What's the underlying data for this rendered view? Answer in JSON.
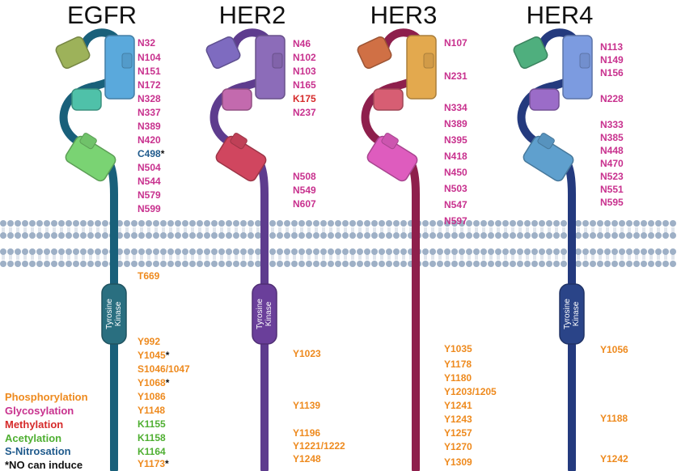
{
  "colors": {
    "phosphorylation": "#EE8A1E",
    "glycosylation": "#C8318E",
    "methylation": "#D62A2A",
    "acetylation": "#4FAF32",
    "snitrosation": "#1F5A8C",
    "note": "#111111",
    "membrane": "#9EB0C6"
  },
  "receptors": [
    {
      "name": "EGFR",
      "stem_color": "#19607A",
      "kinase_color": "#2A6F80",
      "kinase_label": [
        "Tyrosine",
        "Kinase"
      ],
      "domains": [
        "#9DB25A",
        "#5AA9DC",
        "#4FC1A9",
        "#7AD373"
      ],
      "extracellular": [
        {
          "label": "N32",
          "type": "glycosylation"
        },
        {
          "label": "N104",
          "type": "glycosylation"
        },
        {
          "label": "N151",
          "type": "glycosylation"
        },
        {
          "label": "N172",
          "type": "glycosylation"
        },
        {
          "label": "N328",
          "type": "glycosylation"
        },
        {
          "label": "N337",
          "type": "glycosylation"
        },
        {
          "label": "N389",
          "type": "glycosylation"
        },
        {
          "label": "N420",
          "type": "glycosylation"
        },
        {
          "label": "C498",
          "type": "snitrosation",
          "star": "*"
        },
        {
          "label": "N504",
          "type": "glycosylation"
        },
        {
          "label": "N544",
          "type": "glycosylation"
        },
        {
          "label": "N579",
          "type": "glycosylation"
        },
        {
          "label": "N599",
          "type": "glycosylation"
        }
      ],
      "juxta": [
        {
          "label": "T669",
          "type": "phosphorylation"
        }
      ],
      "intracellular": [
        {
          "label": "Y992",
          "type": "phosphorylation"
        },
        {
          "label": "Y1045",
          "type": "phosphorylation",
          "star": "*"
        },
        {
          "label": "S1046/1047",
          "type": "phosphorylation"
        },
        {
          "label": "Y1068",
          "type": "phosphorylation",
          "star": "*"
        },
        {
          "label": "Y1086",
          "type": "phosphorylation"
        },
        {
          "label": "Y1148",
          "type": "phosphorylation"
        },
        {
          "label": "K1155",
          "type": "acetylation"
        },
        {
          "label": "K1158",
          "type": "acetylation"
        },
        {
          "label": "K1164",
          "type": "acetylation"
        },
        {
          "label": "Y1173",
          "type": "phosphorylation",
          "star": "*"
        }
      ]
    },
    {
      "name": "HER2",
      "stem_color": "#5E3C8E",
      "kinase_color": "#6A3F9A",
      "kinase_label": [
        "Tyrosine",
        "Kinase"
      ],
      "domains": [
        "#7E6BC0",
        "#8C6CB9",
        "#C36AAE",
        "#D0465F"
      ],
      "extracellular": [
        {
          "label": "N46",
          "type": "glycosylation"
        },
        {
          "label": "N102",
          "type": "glycosylation"
        },
        {
          "label": "N103",
          "type": "glycosylation"
        },
        {
          "label": "N165",
          "type": "glycosylation"
        },
        {
          "label": "K175",
          "type": "methylation"
        },
        {
          "label": "N237",
          "type": "glycosylation"
        },
        {
          "label": "N508",
          "type": "glycosylation"
        },
        {
          "label": "N549",
          "type": "glycosylation"
        },
        {
          "label": "N607",
          "type": "glycosylation"
        }
      ],
      "juxta": [],
      "intracellular": [
        {
          "label": "Y1023",
          "type": "phosphorylation"
        },
        {
          "label": "Y1139",
          "type": "phosphorylation"
        },
        {
          "label": "Y1196",
          "type": "phosphorylation"
        },
        {
          "label": "Y1221/1222",
          "type": "phosphorylation"
        },
        {
          "label": "Y1248",
          "type": "phosphorylation"
        }
      ]
    },
    {
      "name": "HER3",
      "stem_color": "#8E1F4C",
      "kinase_color": "#8E1F4C",
      "kinase_label": [],
      "domains": [
        "#D07045",
        "#E3A94E",
        "#D75E73",
        "#DE5CBE"
      ],
      "extracellular": [
        {
          "label": "N107",
          "type": "glycosylation"
        },
        {
          "label": "N231",
          "type": "glycosylation"
        },
        {
          "label": "N334",
          "type": "glycosylation"
        },
        {
          "label": "N389",
          "type": "glycosylation"
        },
        {
          "label": "N395",
          "type": "glycosylation"
        },
        {
          "label": "N418",
          "type": "glycosylation"
        },
        {
          "label": "N450",
          "type": "glycosylation"
        },
        {
          "label": "N503",
          "type": "glycosylation"
        },
        {
          "label": "N547",
          "type": "glycosylation"
        },
        {
          "label": "N597",
          "type": "glycosylation"
        }
      ],
      "juxta": [],
      "intracellular": [
        {
          "label": "Y1035",
          "type": "phosphorylation"
        },
        {
          "label": "Y1178",
          "type": "phosphorylation"
        },
        {
          "label": "Y1180",
          "type": "phosphorylation"
        },
        {
          "label": "Y1203/1205",
          "type": "phosphorylation"
        },
        {
          "label": "Y1241",
          "type": "phosphorylation"
        },
        {
          "label": "Y1243",
          "type": "phosphorylation"
        },
        {
          "label": "Y1257",
          "type": "phosphorylation"
        },
        {
          "label": "Y1270",
          "type": "phosphorylation"
        },
        {
          "label": "Y1309",
          "type": "phosphorylation"
        }
      ]
    },
    {
      "name": "HER4",
      "stem_color": "#243A7E",
      "kinase_color": "#2A4488",
      "kinase_label": [
        "Tyrosine",
        "Kinase"
      ],
      "domains": [
        "#4FAF7E",
        "#7C9BE0",
        "#9B6CC8",
        "#5FA0CE"
      ],
      "extracellular": [
        {
          "label": "N113",
          "type": "glycosylation"
        },
        {
          "label": "N149",
          "type": "glycosylation"
        },
        {
          "label": "N156",
          "type": "glycosylation"
        },
        {
          "label": "N228",
          "type": "glycosylation"
        },
        {
          "label": "N333",
          "type": "glycosylation"
        },
        {
          "label": "N385",
          "type": "glycosylation"
        },
        {
          "label": "N448",
          "type": "glycosylation"
        },
        {
          "label": "N470",
          "type": "glycosylation"
        },
        {
          "label": "N523",
          "type": "glycosylation"
        },
        {
          "label": "N551",
          "type": "glycosylation"
        },
        {
          "label": "N595",
          "type": "glycosylation"
        }
      ],
      "juxta": [],
      "intracellular": [
        {
          "label": "Y1056",
          "type": "phosphorylation"
        },
        {
          "label": "Y1188",
          "type": "phosphorylation"
        },
        {
          "label": "Y1242",
          "type": "phosphorylation"
        }
      ]
    }
  ],
  "legend": [
    {
      "label": "Phosphorylation",
      "type": "phosphorylation"
    },
    {
      "label": "Glycosylation",
      "type": "glycosylation"
    },
    {
      "label": "Methylation",
      "type": "methylation"
    },
    {
      "label": "Acetylation",
      "type": "acetylation"
    },
    {
      "label": "S-Nitrosation",
      "type": "snitrosation"
    },
    {
      "label": "*NO can induce",
      "type": "note"
    }
  ]
}
